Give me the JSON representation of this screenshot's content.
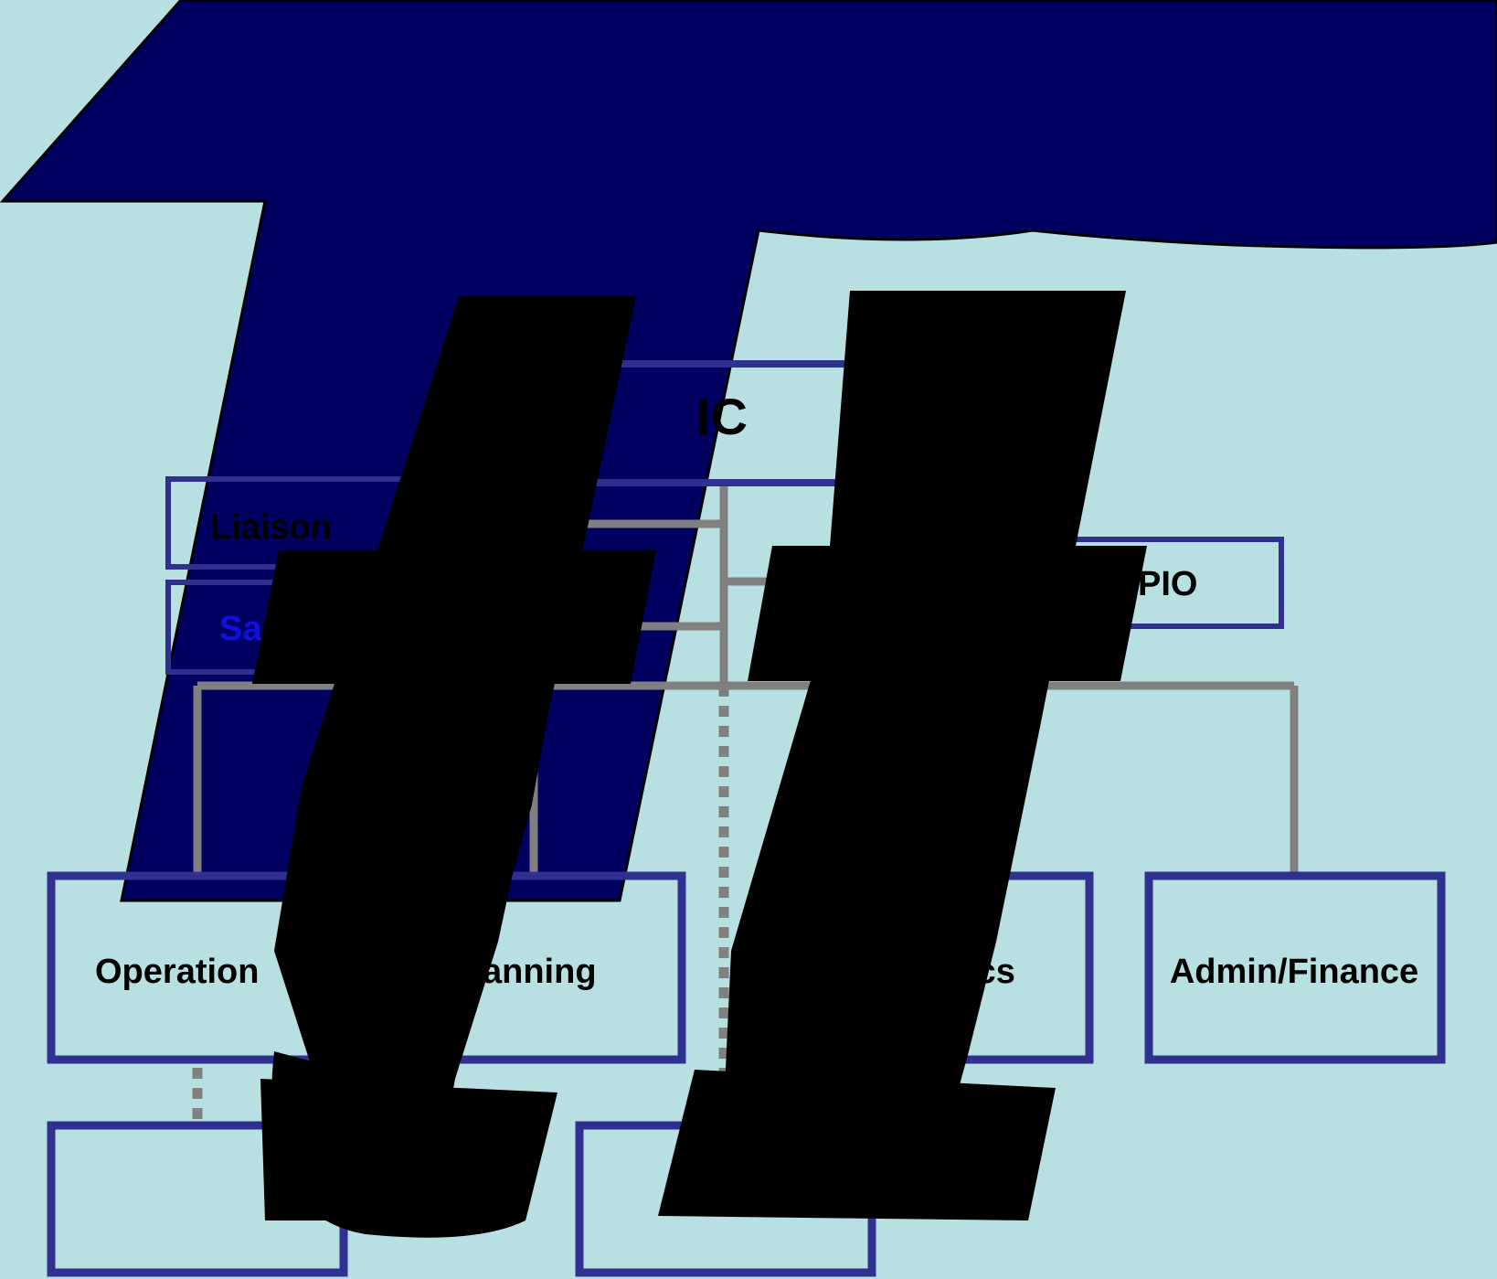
{
  "colors": {
    "background": "#b8e0e2",
    "box_border": "#303090",
    "connector": "#808080",
    "banner": "#000060",
    "overlay_glyphs": "#000000",
    "text": "#000000",
    "safety_text": "#1010e0"
  },
  "boxes": {
    "ic": "IC",
    "liaison": "Liaison",
    "safety": "Sa",
    "pio": "PIO",
    "operations": "Operation",
    "planning": "anning",
    "logistics": "ics",
    "admin_finance": "Admin/Finance",
    "sub_left": "",
    "sub_right": ""
  },
  "decorations": {
    "banner": "dark-navy-banner-shape",
    "glyphs": "large-black-italic-tt-overlay"
  }
}
